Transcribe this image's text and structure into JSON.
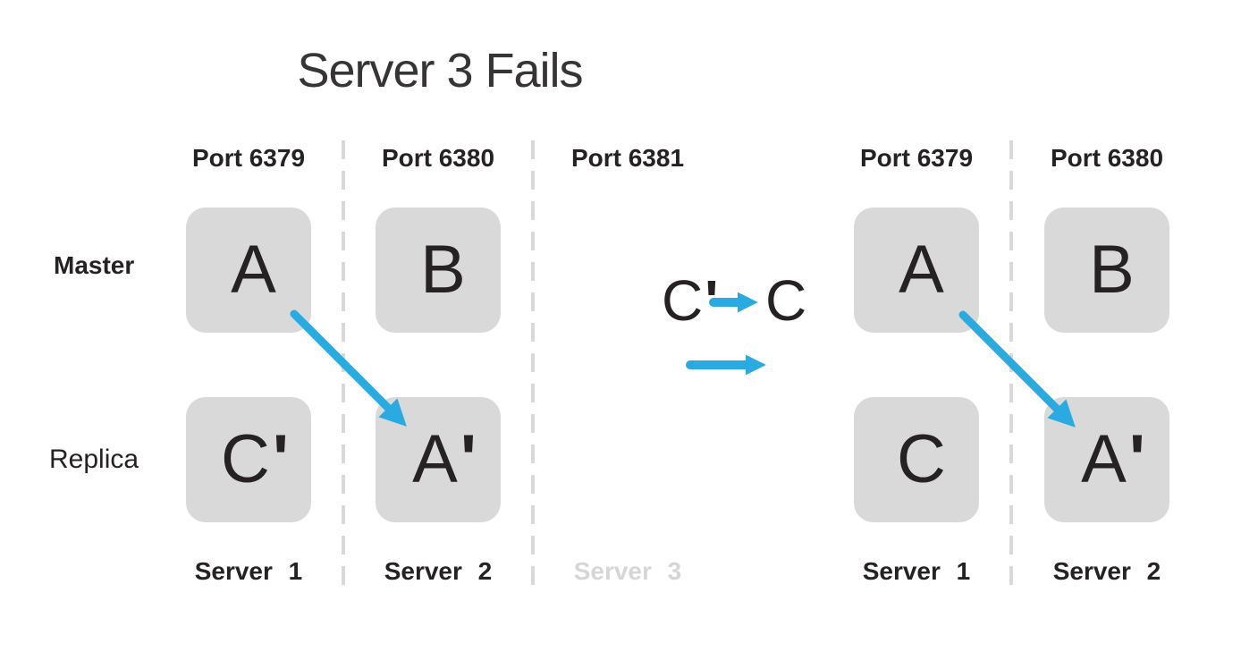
{
  "title": "Server 3 Fails",
  "colors": {
    "accent": "#29abe2",
    "box_fill": "#d9d9d9",
    "text": "#262223",
    "muted": "#d6d6d6",
    "separator": "#d9d9d9"
  },
  "row_labels": {
    "master": "Master",
    "replica": "Replica"
  },
  "left_cluster": {
    "ports": [
      "Port 6379",
      "Port 6380",
      "Port 6381"
    ],
    "servers": [
      "Server 1",
      "Server 2",
      "Server 3"
    ],
    "master": [
      {
        "letter": "A",
        "prime": ""
      },
      {
        "letter": "B",
        "prime": ""
      }
    ],
    "replica": [
      {
        "letter": "C",
        "prime": "'"
      },
      {
        "letter": "A",
        "prime": "'"
      }
    ]
  },
  "right_cluster": {
    "ports": [
      "Port 6379",
      "Port 6380"
    ],
    "servers": [
      "Server 1",
      "Server 2"
    ],
    "master": [
      {
        "letter": "A",
        "prime": ""
      },
      {
        "letter": "B",
        "prime": ""
      }
    ],
    "replica": [
      {
        "letter": "C",
        "prime": ""
      },
      {
        "letter": "A",
        "prime": "'"
      }
    ]
  },
  "annotation": {
    "from_letter": "C",
    "from_prime": "'",
    "to_letter": "C"
  }
}
